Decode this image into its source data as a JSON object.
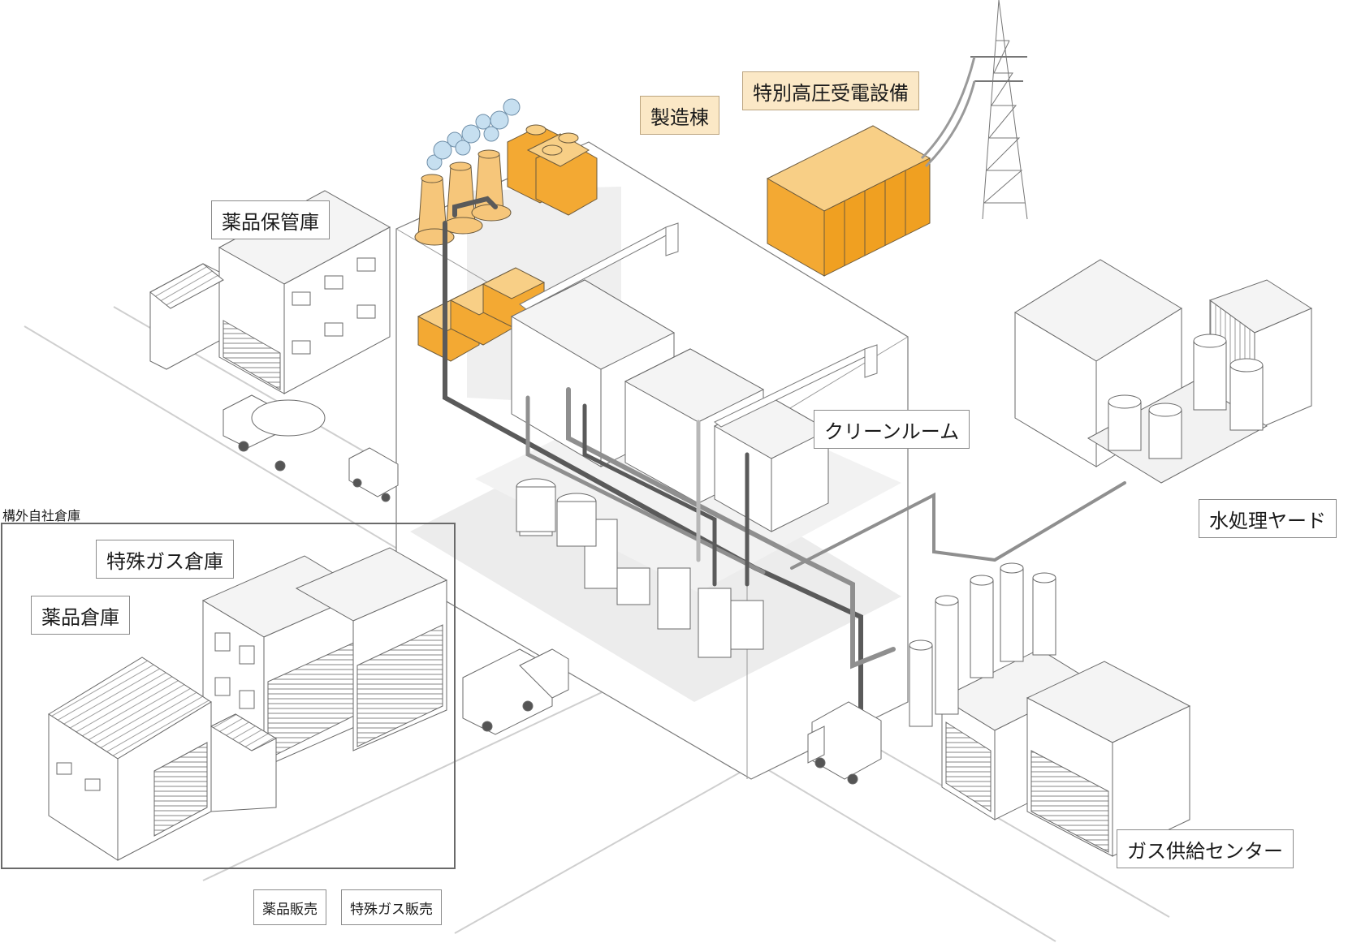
{
  "labels": {
    "tokubetsu_koatsu": "特別高圧受電設備",
    "seizo_to": "製造棟",
    "yakuhin_hokanko": "薬品保管庫",
    "clean_room": "クリーンルーム",
    "mizu_shori": "水処理ヤード",
    "kounai_soko": "構外自社倉庫",
    "tokushu_gas_soko": "特殊ガス倉庫",
    "yakuhin_soko": "薬品倉庫",
    "gas_kyokyu": "ガス供給センター",
    "yakuhin_hanbai": "薬品販売",
    "tokushu_gas_hanbai": "特殊ガス販売"
  },
  "colors": {
    "accent_orange": "#f0a830",
    "accent_light": "#fbe8c6",
    "line": "#4a4a4a",
    "pipe_dark": "#5a5a5a",
    "pipe_mid": "#8f8f8f",
    "pipe_light": "#b8b8b8",
    "floor": "#e9e9e9",
    "steam": "#c6dff0"
  }
}
